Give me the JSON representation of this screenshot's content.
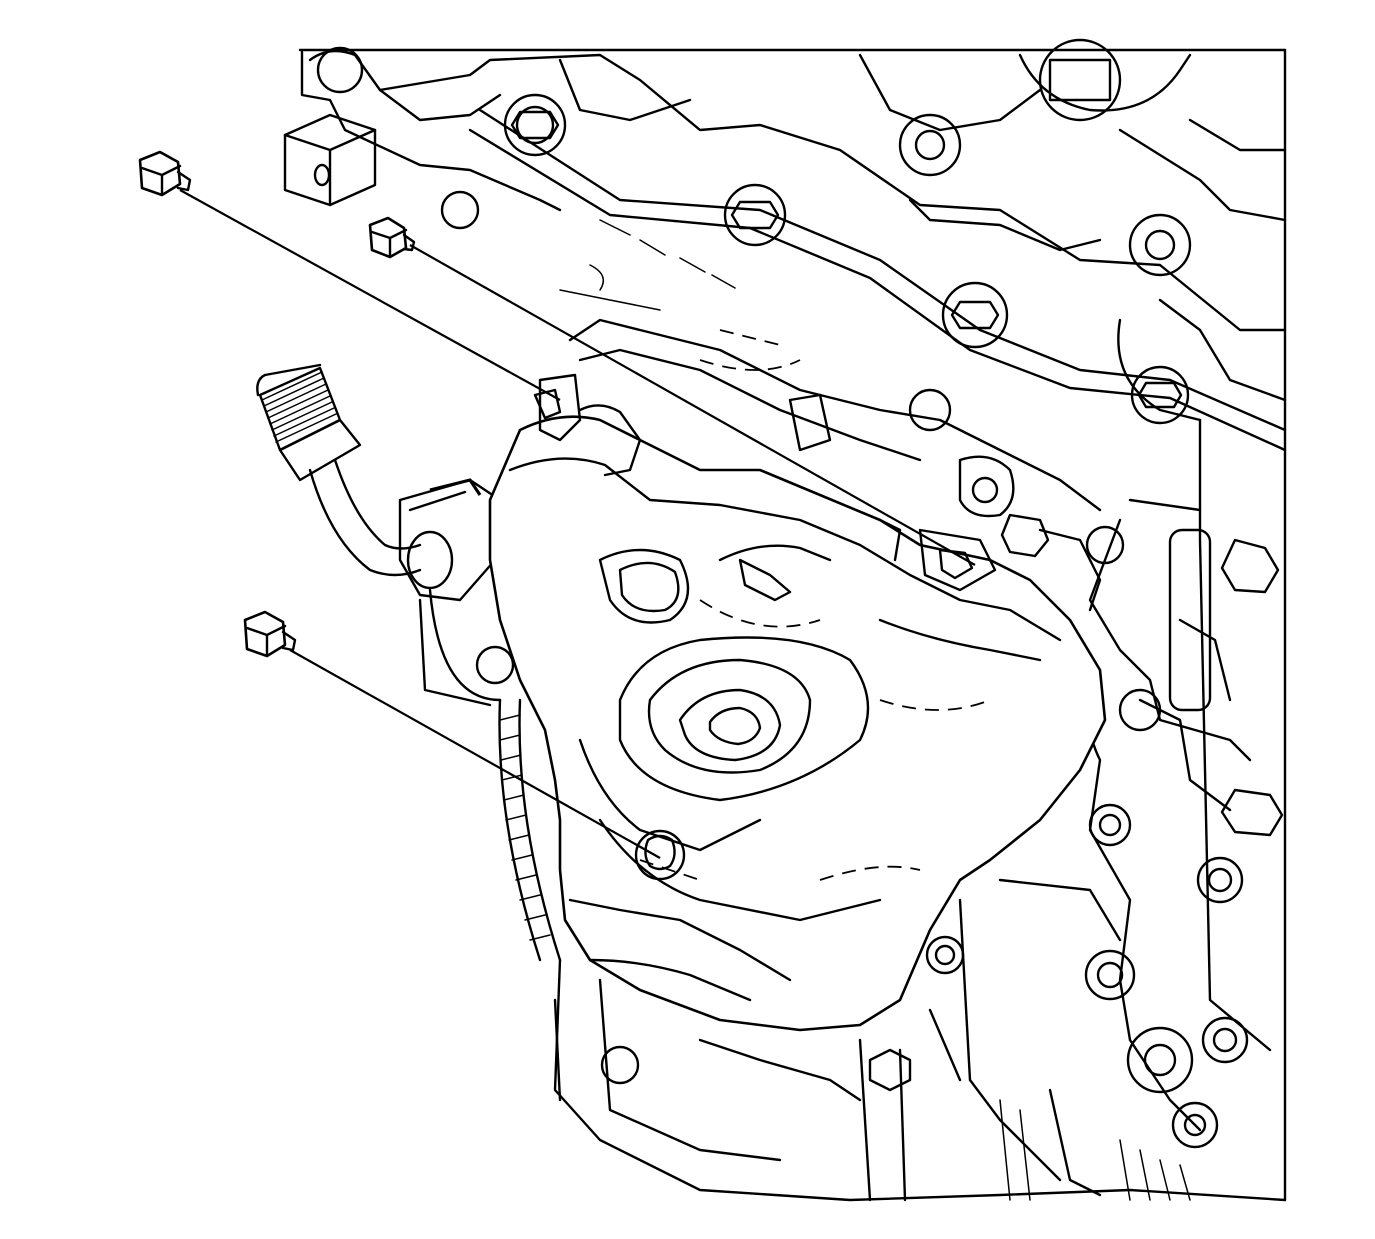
{
  "figure": {
    "parts": [
      {
        "id": "exhaust-manifold",
        "icon": "exhaust-manifold-icon"
      },
      {
        "id": "engine-block",
        "icon": "engine-block-icon"
      },
      {
        "id": "cylinder-head",
        "icon": "cylinder-head-icon"
      },
      {
        "id": "oxygen-sensor",
        "icon": "oxygen-sensor-icon"
      },
      {
        "id": "flywheel",
        "icon": "flywheel-icon"
      }
    ],
    "fasteners": [
      {
        "id": "bolt-1",
        "icon": "bolt-icon"
      },
      {
        "id": "bolt-2",
        "icon": "bolt-icon"
      },
      {
        "id": "bolt-3",
        "icon": "bolt-icon"
      }
    ],
    "line_color": "#000000",
    "background": "#ffffff"
  }
}
